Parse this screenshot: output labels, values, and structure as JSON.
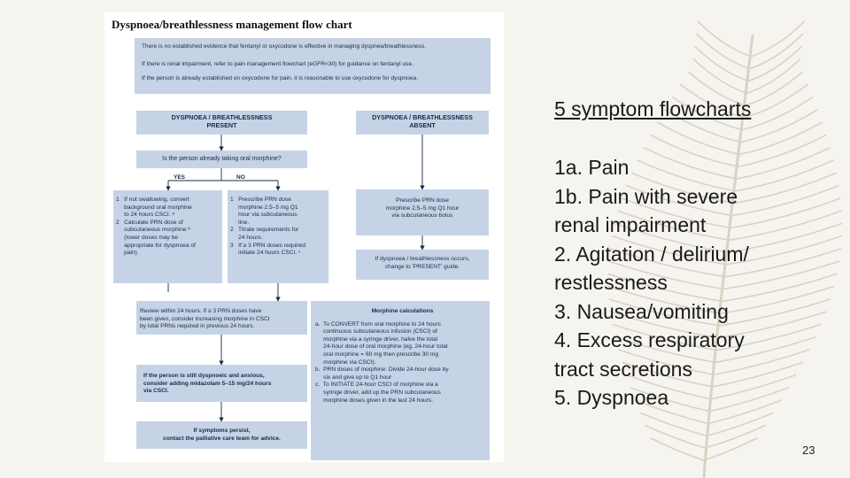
{
  "flowchart": {
    "title": "Dyspnoea/breathlessness management flow chart",
    "intro_lines": [
      "There is no established evidence that fentanyl or oxycodone is effective in managing dyspnea/breathlessness.",
      "If there is renal impairment, refer to pain management flowchart (eGFR<30) for guidance on fentanyl use.",
      "If the person is already established on oxycodone for pain, it is reasonable to use oxycodone for dyspnoea."
    ],
    "present_head": [
      "DYSPNOEA / BREATHLESSNESS",
      "PRESENT"
    ],
    "absent_head": [
      "DYSPNOEA / BREATHLESSNESS",
      "ABSENT"
    ],
    "question": "Is the person already taking oral morphine?",
    "yes_label": "YES",
    "no_label": "NO",
    "yes_box": [
      "1   If not swallowing, convert",
      "     background oral morphine",
      "     to 24 hours CSCI. ᵃ",
      "2   Calculate PRN dose of",
      "     subcutaneous morphine ᵇ",
      "     (lower doses may be",
      "     appropriate for dyspnoea of",
      "     pain)."
    ],
    "no_box": [
      "1   Prescribe PRN dose",
      "     morphine 2.5–5 mg Q1",
      "     hour via subcutaneous",
      "     line.",
      "2   Titrate requirements for",
      "     24 hours.",
      "3   If ≥ 3 PRN doses required",
      "     initiate 24 hours CSCI. ᶜ"
    ],
    "absent_box": [
      "Prescribe PRN dose",
      "morphine 2.5–5 mg Q1 hour",
      "via subcutaneous bolus"
    ],
    "absent_change": [
      "If dyspnoea / breathlessness occurs,",
      "change to 'PRESENT' guide."
    ],
    "review_box": [
      "Review within 24 hours. If ≥ 3 PRN doses have",
      "been given, consider increasing morphine in CSCI",
      "by total PRNs required in previous 24 hours."
    ],
    "midazolam_box": [
      "If the person is still dyspnoeic and anxious,",
      "consider adding midazolam 5–15 mg/24 hours",
      "via CSCI."
    ],
    "persist_box": [
      "If symptoms persist,",
      "contact the palliative care team for advice."
    ],
    "calc_title": "Morphine calculations",
    "calc_lines": [
      "a.  To CONVERT from oral morphine to 24 hours",
      "     continuous subcutaneous infusion (CSCI) of",
      "     morphine via a syringe driver, halve the total",
      "     24-hour dose of oral morphine (eg, 24-hour total",
      "     oral morphine = 60 mg then prescribe 30 mg",
      "     morphine via CSCI).",
      "b.  PRN doses of morphine: Divide 24-hour dose by",
      "     six and give up to Q1 hour",
      "c.  To INITIATE 24-hour CSCI of morphine via a",
      "     syringe driver, add up the PRN subcutaneous",
      "     morphine doses given in the last 24 hours."
    ]
  },
  "right_panel": {
    "heading": "5 symptom flowcharts",
    "lines": [
      "1a. Pain",
      "1b. Pain with severe",
      "renal impairment",
      "2. Agitation / delirium/",
      "restlessness",
      "3. Nausea/vomiting",
      "4. Excess respiratory",
      "tract secretions",
      "5. Dyspnoea"
    ]
  },
  "page_number": "23",
  "colors": {
    "box_fill": "#c6d3e6",
    "box_text": "#1a2a47",
    "background": "#f6f4ef",
    "leaf": "#d8d2c2"
  },
  "icons": [
    "feather-leaf-decoration"
  ]
}
